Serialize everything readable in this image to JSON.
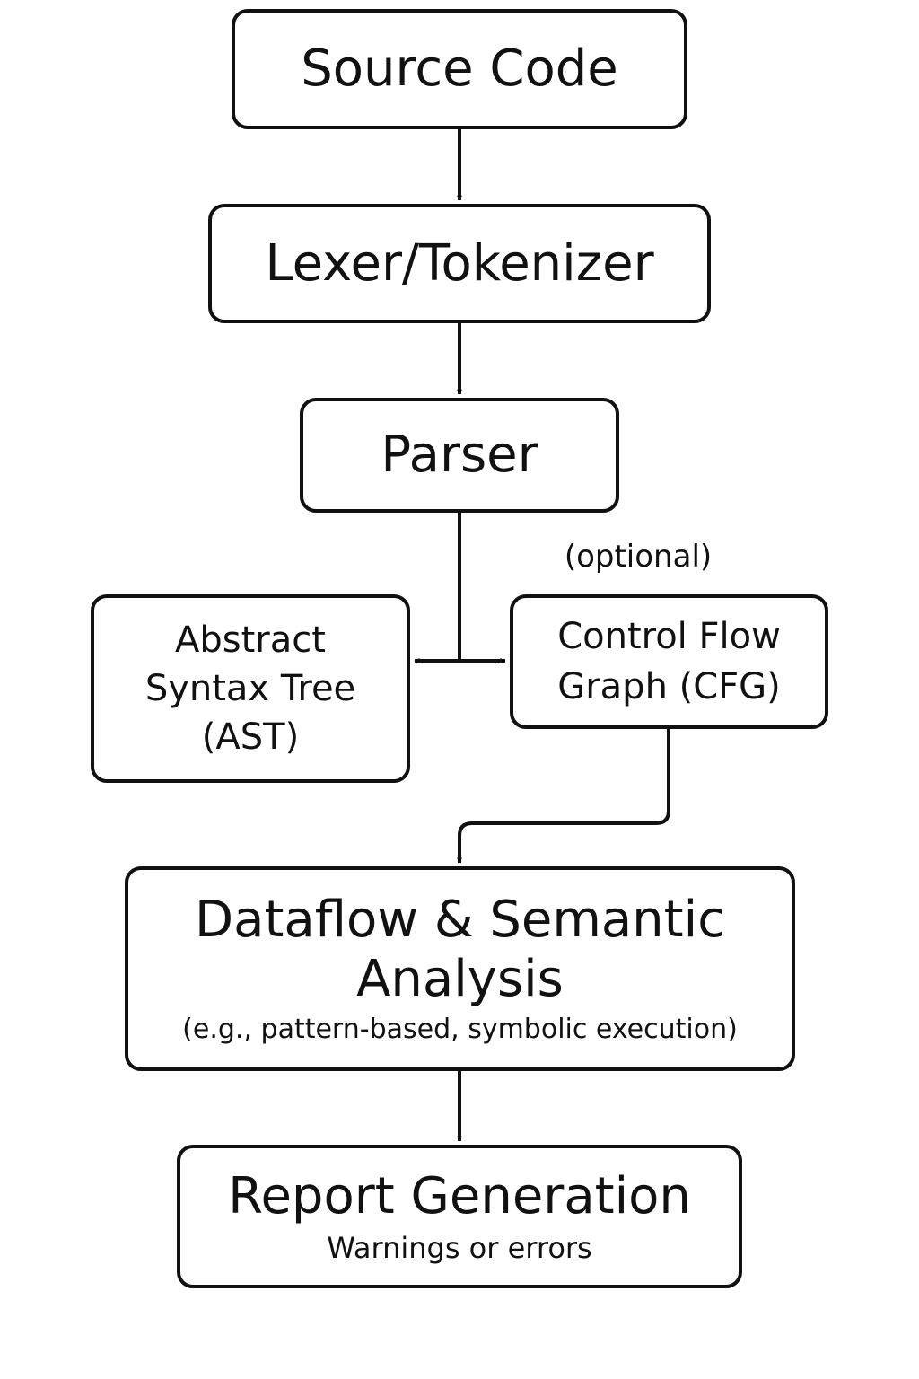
{
  "diagram": {
    "type": "flowchart",
    "nodes": {
      "source_code": {
        "label": "Source Code"
      },
      "lexer": {
        "label": "Lexer/Tokenizer"
      },
      "parser": {
        "label": "Parser"
      },
      "ast": {
        "line1": "Abstract",
        "line2": "Syntax Tree",
        "line3": "(AST)"
      },
      "cfg": {
        "line1": "Control Flow",
        "line2": "Graph (CFG)"
      },
      "dataflow": {
        "line1": "Dataflow & Semantic",
        "line2": "Analysis",
        "subtitle": "(e.g., pattern-based, symbolic execution)"
      },
      "report": {
        "title": "Report Generation",
        "subtitle": "Warnings or errors"
      }
    },
    "annotations": {
      "optional": "(optional)"
    },
    "edges": [
      {
        "from": "source_code",
        "to": "lexer"
      },
      {
        "from": "lexer",
        "to": "parser"
      },
      {
        "from": "parser",
        "to": "ast"
      },
      {
        "from": "parser",
        "to": "cfg"
      },
      {
        "from": "cfg",
        "to": "dataflow"
      },
      {
        "from": "dataflow",
        "to": "report"
      }
    ],
    "colors": {
      "stroke": "#111111",
      "background": "#ffffff",
      "text": "#111111"
    }
  }
}
